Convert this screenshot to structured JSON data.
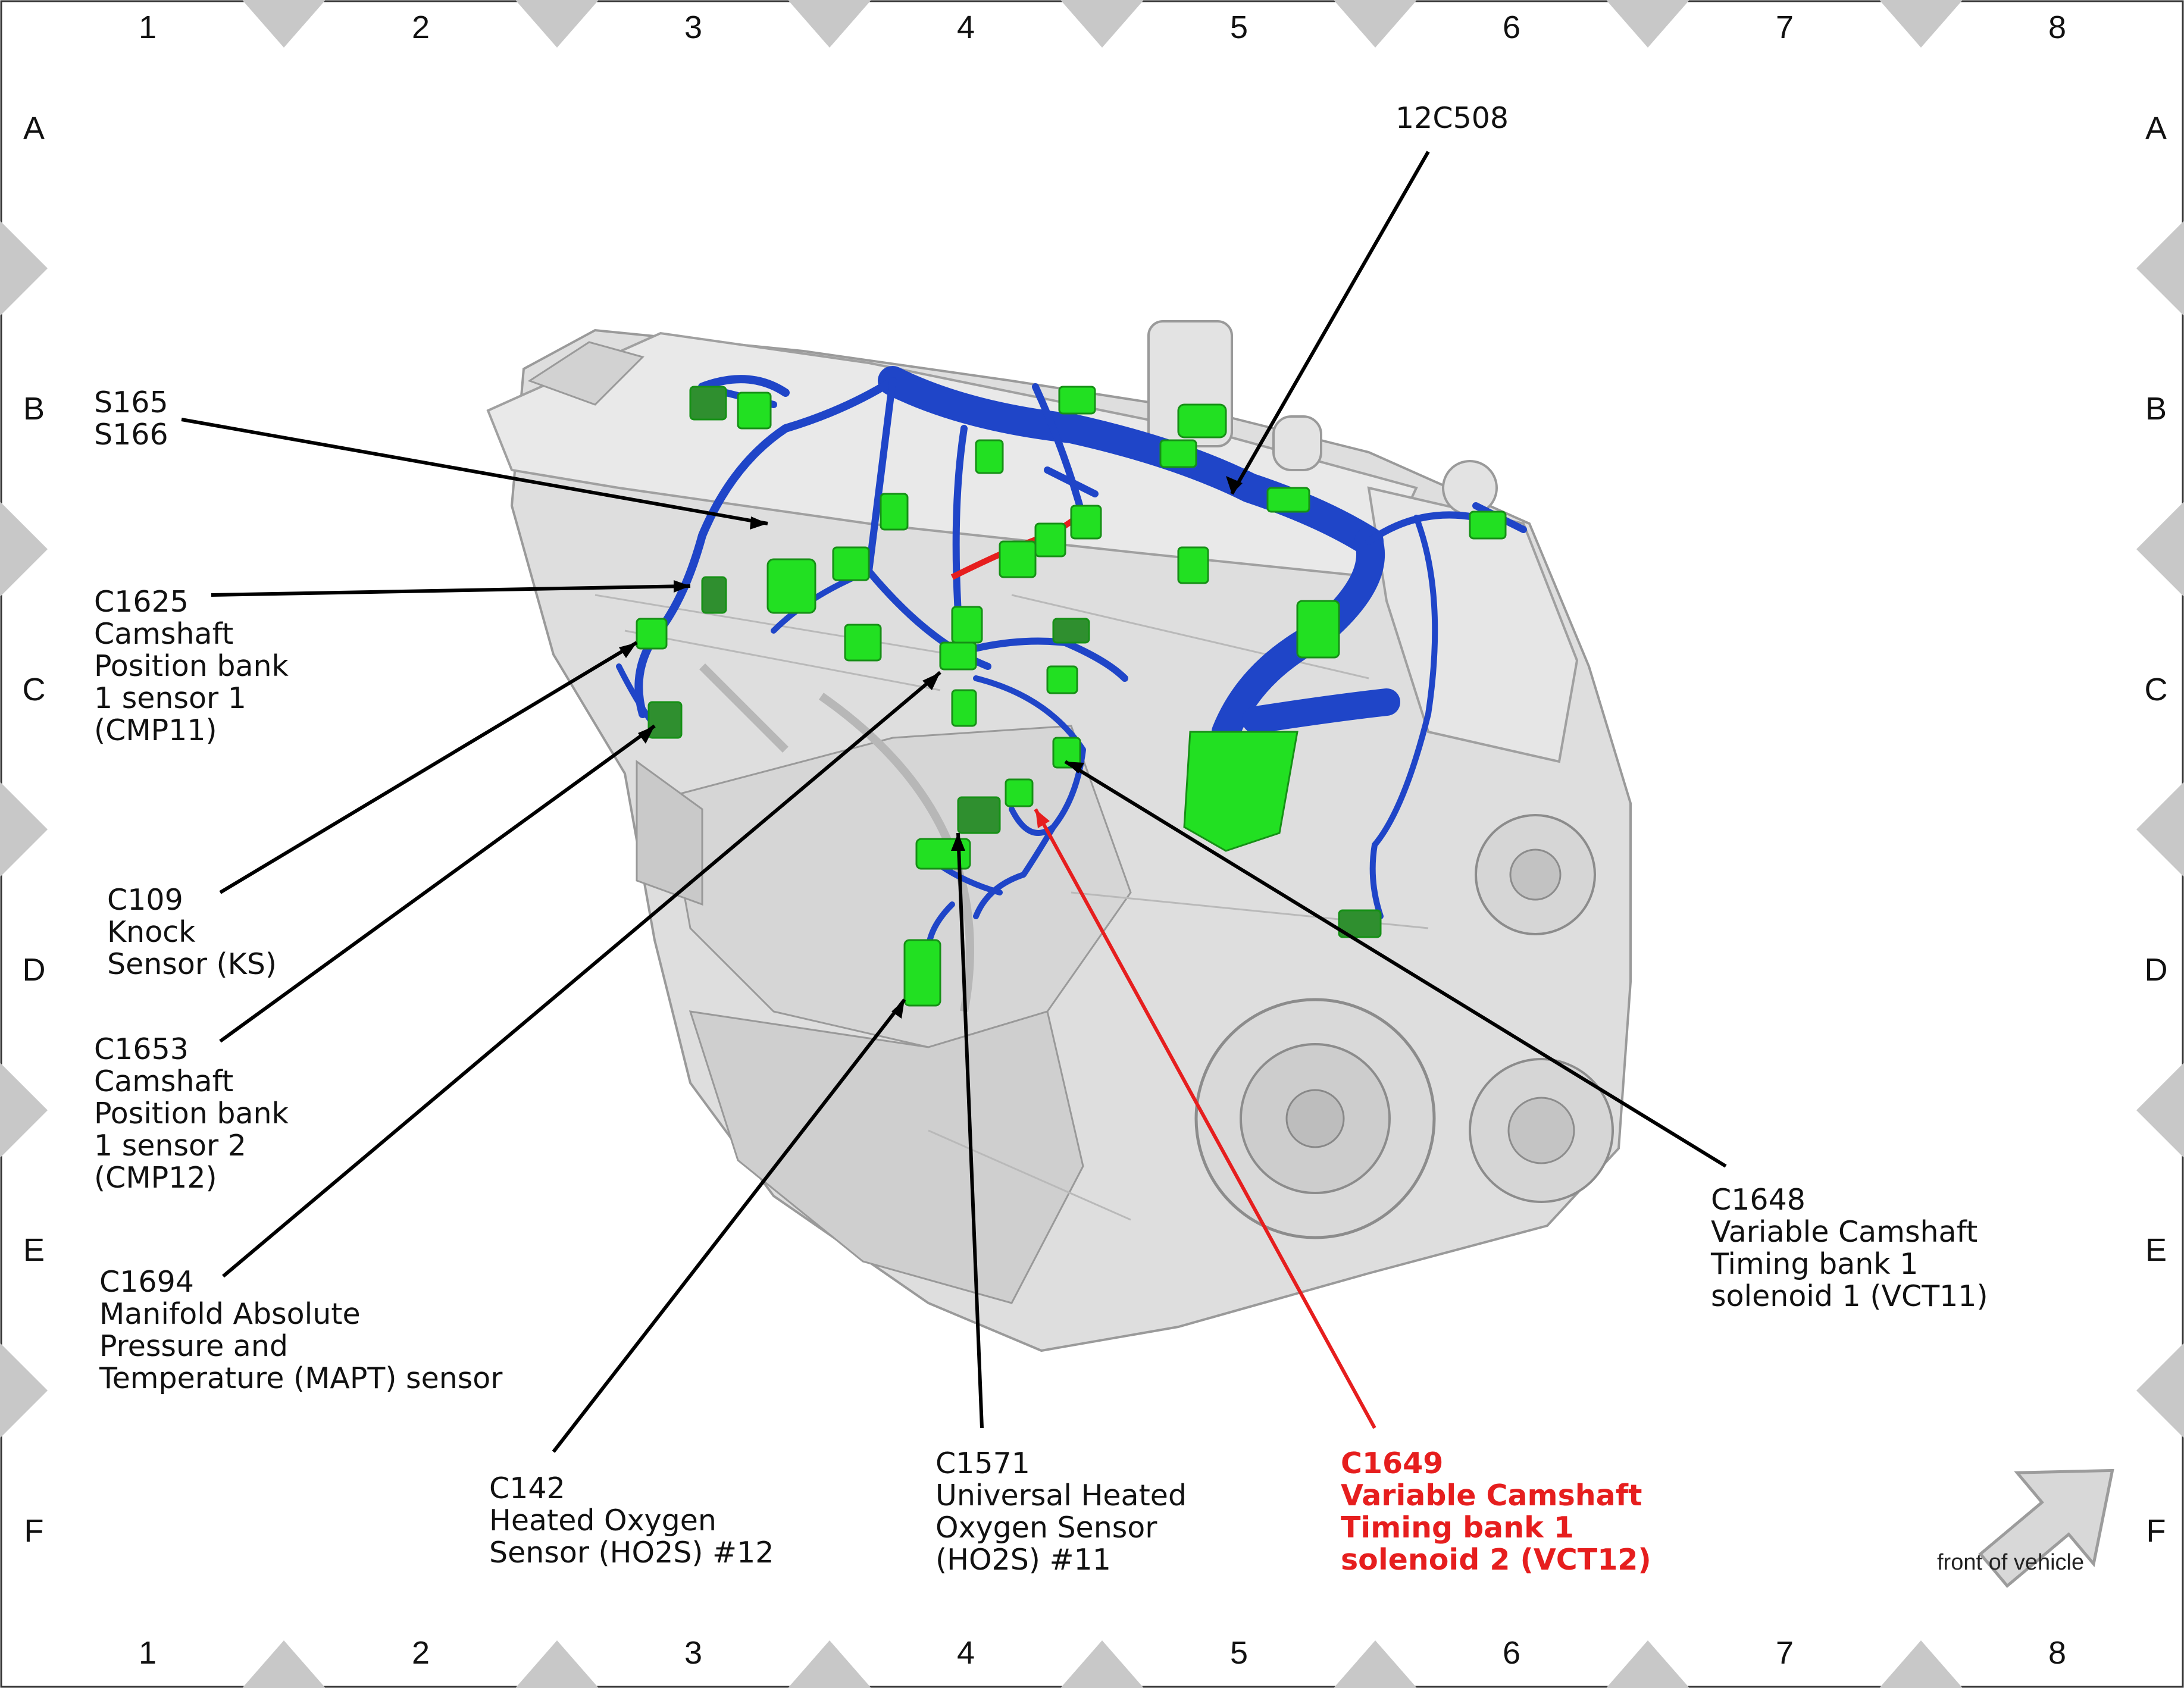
{
  "grid": {
    "columns": [
      "1",
      "2",
      "3",
      "4",
      "5",
      "6",
      "7",
      "8"
    ],
    "rows": [
      "A",
      "B",
      "C",
      "D",
      "E",
      "F"
    ]
  },
  "colors": {
    "harness": "#1f45c8",
    "connector": "#22e022",
    "engine": "#dcdcdc",
    "highlight": "#e61e1e",
    "leader": "#000000",
    "border_marker": "#c8c8c8"
  },
  "labels": {
    "c12c508": [
      "12C508"
    ],
    "s165": [
      "S165",
      "S166"
    ],
    "c1625": [
      "C1625",
      "Camshaft",
      "Position bank",
      "1 sensor 1",
      "(CMP11)"
    ],
    "c109": [
      "C109",
      "Knock",
      "Sensor (KS)"
    ],
    "c1653": [
      "C1653",
      "Camshaft",
      "Position bank",
      "1 sensor 2",
      "(CMP12)"
    ],
    "c1694": [
      "C1694",
      "Manifold Absolute",
      "Pressure and",
      "Temperature (MAPT) sensor"
    ],
    "c142": [
      "C142",
      "Heated Oxygen",
      "Sensor (HO2S) #12"
    ],
    "c1571": [
      "C1571",
      "Universal Heated",
      "Oxygen Sensor",
      "(HO2S) #11"
    ],
    "c1649": [
      "C1649",
      "Variable Camshaft",
      "Timing bank 1",
      "solenoid 2 (VCT12)"
    ],
    "c1648": [
      "C1648",
      "Variable Camshaft",
      "Timing bank 1",
      "solenoid 1 (VCT11)"
    ]
  },
  "highlighted_connector": "C1649",
  "orientation": {
    "caption": "front of vehicle",
    "icon": "arrow-up-right-icon"
  }
}
